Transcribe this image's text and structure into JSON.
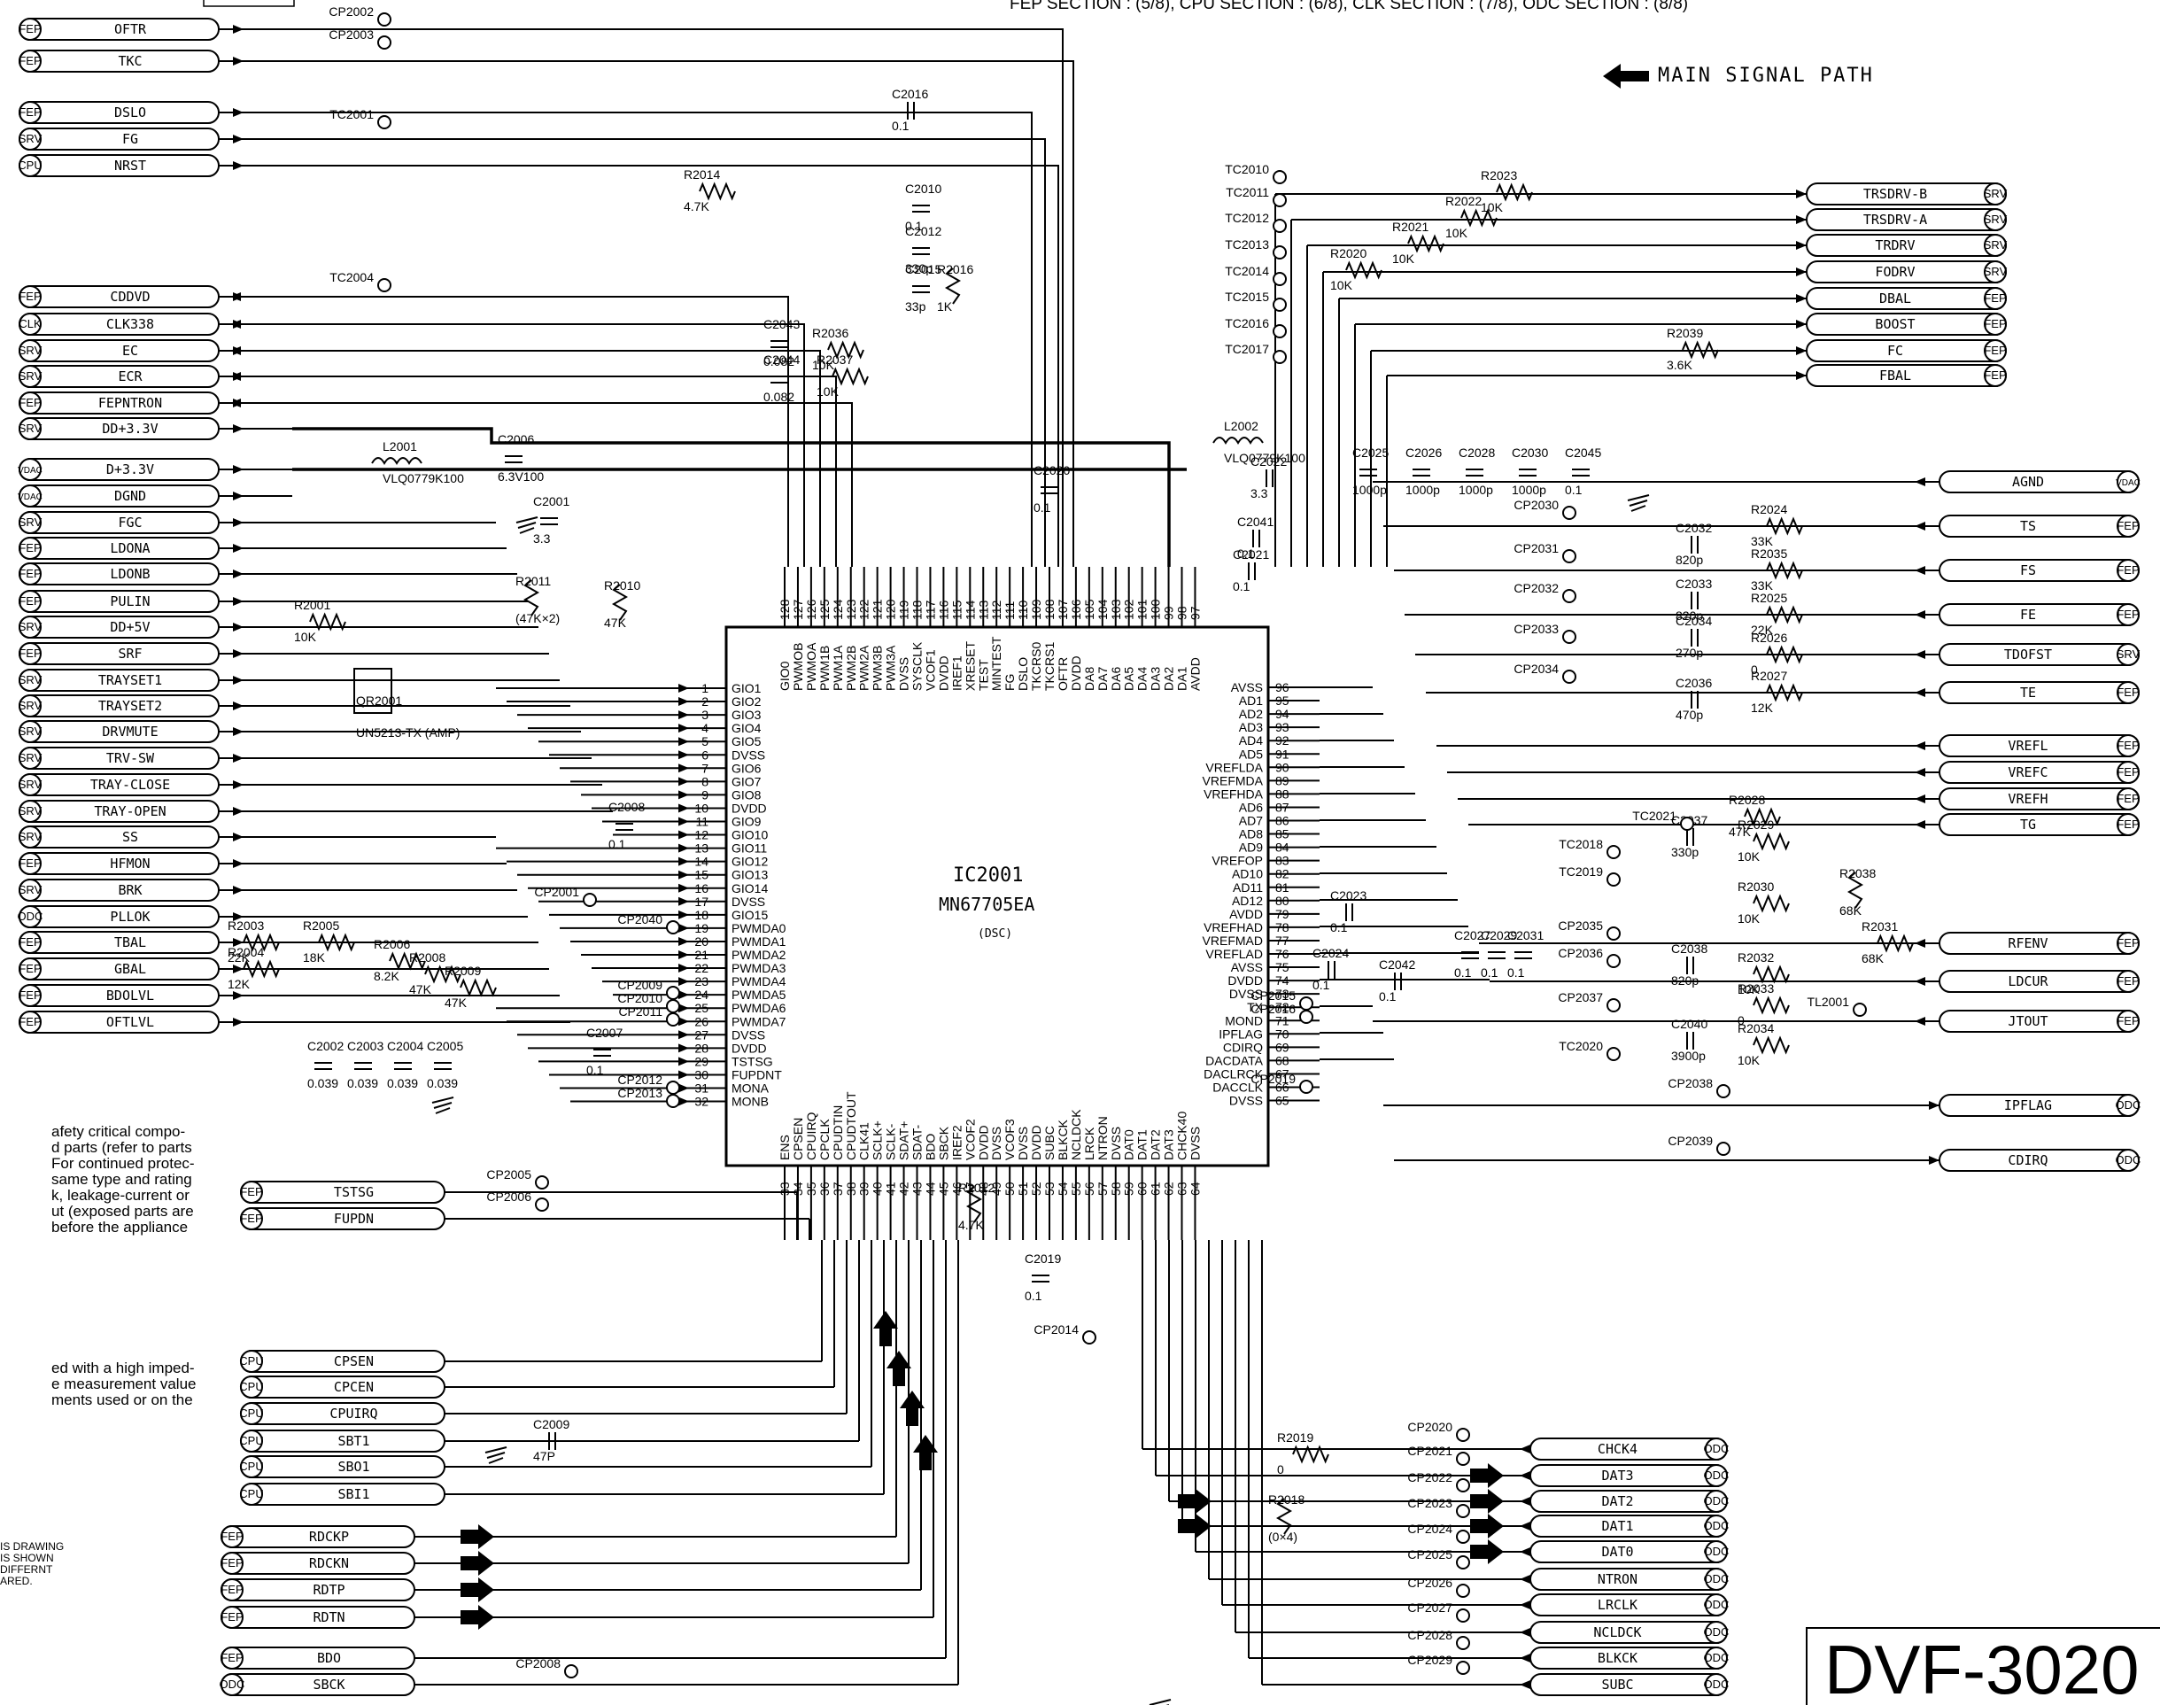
{
  "header": {
    "section_text": "FEP SECTION : (5/8), CPU SECTION : (6/8), CLK SECTION : (7/8), ODC SECTION : (8/8)",
    "signal_path_label": "MAIN SIGNAL PATH"
  },
  "model": "DVF-3020",
  "ic": {
    "ref": "IC2001",
    "part": "MN67705EA",
    "sub": "(DSC)"
  },
  "left_connectors": [
    {
      "sect": "FEP",
      "name": "OFTR"
    },
    {
      "sect": "FEP",
      "name": "TKC"
    },
    {
      "sect": "FEP",
      "name": "DSLO"
    },
    {
      "sect": "SRV",
      "name": "FG"
    },
    {
      "sect": "CPU",
      "name": "NRST"
    },
    {
      "sect": "FEP",
      "name": "CDDVD"
    },
    {
      "sect": "CLK",
      "name": "CLK338"
    },
    {
      "sect": "SRV",
      "name": "EC"
    },
    {
      "sect": "SRV",
      "name": "ECR"
    },
    {
      "sect": "FEP",
      "name": "FEPNTRON"
    },
    {
      "sect": "SRV",
      "name": "DD+3.3V"
    },
    {
      "sect": "VDAC",
      "name": "D+3.3V"
    },
    {
      "sect": "VDAC",
      "name": "DGND"
    },
    {
      "sect": "SRV",
      "name": "FGC"
    },
    {
      "sect": "FEP",
      "name": "LDONA"
    },
    {
      "sect": "FEP",
      "name": "LDONB"
    },
    {
      "sect": "FEP",
      "name": "PULIN"
    },
    {
      "sect": "SRV",
      "name": "DD+5V"
    },
    {
      "sect": "FEP",
      "name": "SRF"
    },
    {
      "sect": "SRV",
      "name": "TRAYSET1"
    },
    {
      "sect": "SRV",
      "name": "TRAYSET2"
    },
    {
      "sect": "SRV",
      "name": "DRVMUTE"
    },
    {
      "sect": "SRV",
      "name": "TRV-SW"
    },
    {
      "sect": "SRV",
      "name": "TRAY-CLOSE"
    },
    {
      "sect": "SRV",
      "name": "TRAY-OPEN"
    },
    {
      "sect": "SRV",
      "name": "SS"
    },
    {
      "sect": "FEP",
      "name": "HFMON"
    },
    {
      "sect": "SRV",
      "name": "BRK"
    },
    {
      "sect": "ODC",
      "name": "PLLOK"
    },
    {
      "sect": "FEP",
      "name": "TBAL"
    },
    {
      "sect": "FEP",
      "name": "GBAL"
    },
    {
      "sect": "FEP",
      "name": "BDOLVL"
    },
    {
      "sect": "FEP",
      "name": "OFTLVL"
    }
  ],
  "bottom_left_connectors": [
    {
      "sect": "FEP",
      "name": "TSTSG"
    },
    {
      "sect": "FEP",
      "name": "FUPDN"
    },
    {
      "sect": "CPU",
      "name": "CPSEN"
    },
    {
      "sect": "CPU",
      "name": "CPCEN"
    },
    {
      "sect": "CPU",
      "name": "CPUIRQ"
    },
    {
      "sect": "CPU",
      "name": "SBT1"
    },
    {
      "sect": "CPU",
      "name": "SBO1"
    },
    {
      "sect": "CPU",
      "name": "SBI1"
    },
    {
      "sect": "FEP",
      "name": "RDCKP"
    },
    {
      "sect": "FEP",
      "name": "RDCKN"
    },
    {
      "sect": "FEP",
      "name": "RDTP"
    },
    {
      "sect": "FEP",
      "name": "RDTN"
    },
    {
      "sect": "FEP",
      "name": "BDO"
    },
    {
      "sect": "ODC",
      "name": "SBCK"
    }
  ],
  "right_top_connectors": [
    {
      "sect": "SRV",
      "name": "TRSDRV-B"
    },
    {
      "sect": "SRV",
      "name": "TRSDRV-A"
    },
    {
      "sect": "SRV",
      "name": "TRDRV"
    },
    {
      "sect": "SRV",
      "name": "FODRV"
    },
    {
      "sect": "FEP",
      "name": "DBAL"
    },
    {
      "sect": "FEP",
      "name": "BOOST"
    },
    {
      "sect": "FEP",
      "name": "FC"
    },
    {
      "sect": "FEP",
      "name": "FBAL"
    }
  ],
  "right_mid_connectors": [
    {
      "sect": "VDAC",
      "name": "AGND"
    },
    {
      "sect": "FEP",
      "name": "TS"
    },
    {
      "sect": "FEP",
      "name": "FS"
    },
    {
      "sect": "FEP",
      "name": "FE"
    },
    {
      "sect": "SRV",
      "name": "TDOFST"
    },
    {
      "sect": "FEP",
      "name": "TE"
    },
    {
      "sect": "FEP",
      "name": "VREFL"
    },
    {
      "sect": "FEP",
      "name": "VREFC"
    },
    {
      "sect": "FEP",
      "name": "VREFH"
    },
    {
      "sect": "FEP",
      "name": "TG"
    },
    {
      "sect": "FEP",
      "name": "RFENV"
    },
    {
      "sect": "FEP",
      "name": "LDCUR"
    },
    {
      "sect": "FEP",
      "name": "JTOUT"
    },
    {
      "sect": "ODC",
      "name": "IPFLAG"
    },
    {
      "sect": "ODC",
      "name": "CDIRQ"
    }
  ],
  "bottom_right_connectors": [
    {
      "sect": "ODC",
      "name": "CHCK4"
    },
    {
      "sect": "ODC",
      "name": "DAT3"
    },
    {
      "sect": "ODC",
      "name": "DAT2"
    },
    {
      "sect": "ODC",
      "name": "DAT1"
    },
    {
      "sect": "ODC",
      "name": "DAT0"
    },
    {
      "sect": "ODC",
      "name": "NTRON"
    },
    {
      "sect": "ODC",
      "name": "LRCLK"
    },
    {
      "sect": "ODC",
      "name": "NCLDCK"
    },
    {
      "sect": "ODC",
      "name": "BLKCK"
    },
    {
      "sect": "ODC",
      "name": "SUBC"
    }
  ],
  "left_pins": [
    "GIO1",
    "GIO2",
    "GIO3",
    "GIO4",
    "GIO5",
    "DVSS",
    "GIO6",
    "GIO7",
    "GIO8",
    "DVDD",
    "GIO9",
    "GIO10",
    "GIO11",
    "GIO12",
    "GIO13",
    "GIO14",
    "DVSS",
    "GIO15",
    "PWMDA0",
    "PWMDA1",
    "PWMDA2",
    "PWMDA3",
    "PWMDA4",
    "PWMDA5",
    "PWMDA6",
    "PWMDA7",
    "DVSS",
    "DVDD",
    "TSTSG",
    "FUPDNT",
    "MONA",
    "MONB"
  ],
  "right_pins": [
    "AVSS",
    "AD1",
    "AD2",
    "AD3",
    "AD4",
    "AD5",
    "VREFLDA",
    "VREFMDA",
    "VREFHDA",
    "AD6",
    "AD7",
    "AD8",
    "AD9",
    "VREFOP",
    "AD10",
    "AD11",
    "AD12",
    "AVDD",
    "VREFHAD",
    "VREFMAD",
    "VREFLAD",
    "AVSS",
    "DVDD",
    "DVSS",
    "TX",
    "MOND",
    "IPFLAG",
    "CDIRQ",
    "DACDATA",
    "DACLRCK",
    "DACCLK",
    "DVSS"
  ],
  "top_pins": [
    "GIO0",
    "PWMOB",
    "PWMOA",
    "PWM1B",
    "PWM1A",
    "PWM2B",
    "PWM2A",
    "PWM3B",
    "PWM3A",
    "DVSS",
    "SYSCLK",
    "VCOF1",
    "DVDD",
    "IREF1",
    "XRESET",
    "TEST",
    "MINTEST",
    "FG",
    "DSLO",
    "TKCRS0",
    "TKCRS1",
    "OFTR",
    "DVDD",
    "DA8",
    "DA7",
    "DA6",
    "DA5",
    "DA4",
    "DA3",
    "DA2",
    "DA1",
    "AVDD"
  ],
  "bottom_pins": [
    "ENS",
    "CPSEN",
    "CPUIRQ",
    "CPCLK",
    "CPUDTIN",
    "CPUDTOUT",
    "CLK41",
    "SCLK+",
    "SCLK-",
    "SDAT+",
    "SDAT-",
    "BDO",
    "SBCK",
    "IREF2",
    "VCOF2",
    "DVDD",
    "DVSS",
    "VCOF3",
    "DVSS",
    "DVDD",
    "SUBC",
    "BLKCK",
    "NCLDCK",
    "LRCK",
    "NTRON",
    "DVSS",
    "DAT0",
    "DAT1",
    "DAT2",
    "DAT3",
    "CHCK40",
    "DVSS"
  ],
  "components": {
    "R2014": "4.7K",
    "C2010": "0.1",
    "C2012": "330p",
    "C2015": "33p",
    "R2016": "1K",
    "C2016": "0.1",
    "C2043": "0.082",
    "R2036": "10K",
    "C2044": "0.082",
    "R2037": "10K",
    "L2001": "VLQ0779K100",
    "C2006": "6.3V100",
    "C2001": "3.3",
    "R2011": "(47K×2)",
    "R2010": "47K",
    "R2001": "10K",
    "QR2001": "UN5213-TX (AMP)",
    "C2008": "0.1",
    "R2003": "22K",
    "R2004": "12K",
    "R2005": "18K",
    "R2006": "8.2K",
    "R2008": "47K",
    "R2009": "47K",
    "C2002": "0.039",
    "C2003": "0.039",
    "C2004": "0.039",
    "C2005": "0.039",
    "C2007": "0.1",
    "R2023": "10K",
    "R2022": "10K",
    "R2021": "10K",
    "R2020": "10K",
    "R2039": "3.6K",
    "L2002": "VLQ0779K100",
    "C2022": "3.3",
    "C2041": "0.1",
    "C2021": "0.1",
    "C2020": "0.1",
    "C2025": "1000p",
    "C2026": "1000p",
    "C2028": "1000p",
    "C2030": "1000p",
    "C2045": "0.1",
    "R2024": "33K",
    "R2035": "33K",
    "R2025": "22K",
    "R2026": "0",
    "R2027": "12K",
    "C2032": "820p",
    "C2033": "820p",
    "C2034": "270p",
    "C2036": "470p",
    "R2028": "47K",
    "R2029": "10K",
    "R2030": "10K",
    "R2038": "68K",
    "R2031": "68K",
    "R2032": "10K",
    "R2033": "0",
    "R2034": "10K",
    "C2037": "330p",
    "C2038": "820p",
    "C2040": "3900p",
    "C2023": "0.1",
    "C2024": "0.1",
    "C2042": "0.1",
    "C2027": "0.1",
    "C2029": "0.1",
    "C2031": "0.1",
    "R2012": "4.7K",
    "C2019": "0.1",
    "C2009": "47P",
    "R2019": "0",
    "R2018": "(0×4)"
  },
  "testpoints": [
    "CP2002",
    "CP2003",
    "TC2001",
    "TC2004",
    "TC2010",
    "TC2011",
    "TC2012",
    "TC2013",
    "TC2014",
    "TC2015",
    "TC2016",
    "TC2017",
    "CP2001",
    "CP2040",
    "CP2009",
    "CP2010",
    "CP2011",
    "CP2012",
    "CP2013",
    "CP2005",
    "CP2006",
    "CP2008",
    "CP2030",
    "CP2031",
    "CP2032",
    "CP2033",
    "CP2034",
    "TC2021",
    "TC2018",
    "TC2019",
    "CP2035",
    "CP2036",
    "CP2037",
    "TC2020",
    "TL2001",
    "CP2038",
    "CP2039",
    "CP2015",
    "CP2016",
    "CP2019",
    "CP2014",
    "CP2020",
    "CP2021",
    "CP2022",
    "CP2023",
    "CP2024",
    "CP2025",
    "CP2026",
    "CP2027",
    "CP2028",
    "CP2029"
  ],
  "notes": {
    "left_note_1": [
      "afety critical compo-",
      "d parts (refer to parts",
      "For continued protec-",
      "same type and rating",
      "k, leakage-current or",
      "ut (exposed parts are",
      "before the appliance"
    ],
    "left_note_2": [
      "ed with a high imped-",
      "e measurement value",
      "ments used or on the"
    ],
    "left_note_3": [
      "IS DRAWING",
      "IS SHOWN",
      "DIFFERNT",
      "ARED."
    ]
  }
}
